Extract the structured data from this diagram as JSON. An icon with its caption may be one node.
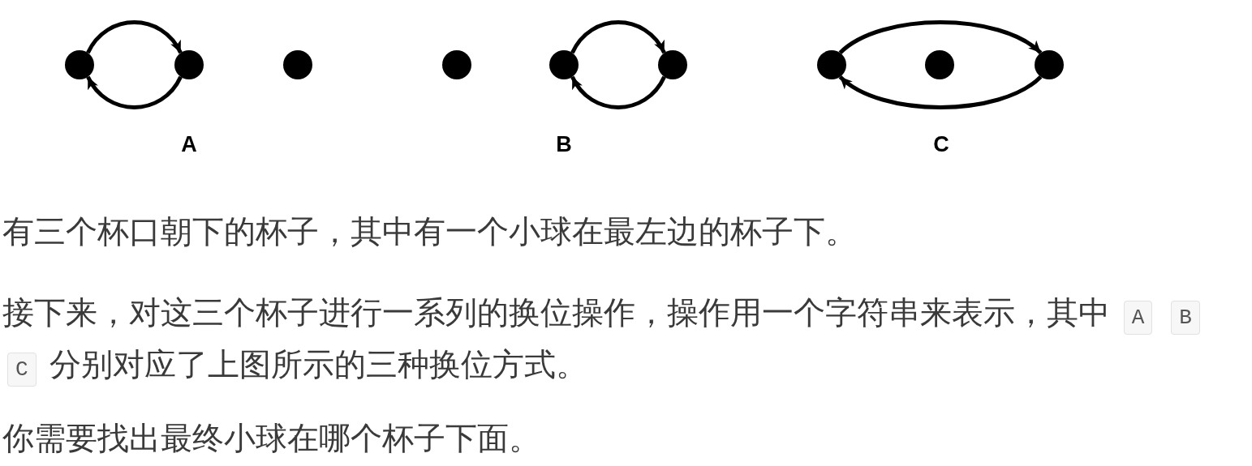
{
  "diagram": {
    "nodes": [
      {
        "text": [],
        "shape": "circle"
      },
      {
        "text": [],
        "shape": "circle"
      },
      {
        "text": [],
        "shape": "circle"
      },
      {
        "text": [],
        "shape": "circle"
      },
      {
        "text": [],
        "shape": "circle"
      },
      {
        "text": [],
        "shape": "circle"
      },
      {
        "text": [],
        "shape": "circle"
      },
      {
        "text": [],
        "shape": "circle"
      },
      {
        "text": [],
        "shape": "circle"
      }
    ],
    "edges": [
      {
        "from": 0,
        "to": 1,
        "arrow": "to"
      },
      {
        "from": 1,
        "to": 0,
        "arrow": "to"
      },
      {
        "from": 4,
        "to": 5,
        "arrow": "to"
      },
      {
        "from": 5,
        "to": 4,
        "arrow": "to"
      },
      {
        "from": 6,
        "to": 8,
        "arrow": "to"
      },
      {
        "from": 8,
        "to": 6,
        "arrow": "to"
      }
    ],
    "labels": [
      "A",
      "B",
      "C",
      "有三个杯口朝下的杯子，其中有一个小球在最左边的杯子下。",
      "接下来，对这三个杯子进行一系列的换位操作，操作用一个字符串来表示，其中 A B C 分别对应了上图所示的三种换位方式。",
      "你需要找出最终小球在哪个杯子下面。"
    ]
  }
}
